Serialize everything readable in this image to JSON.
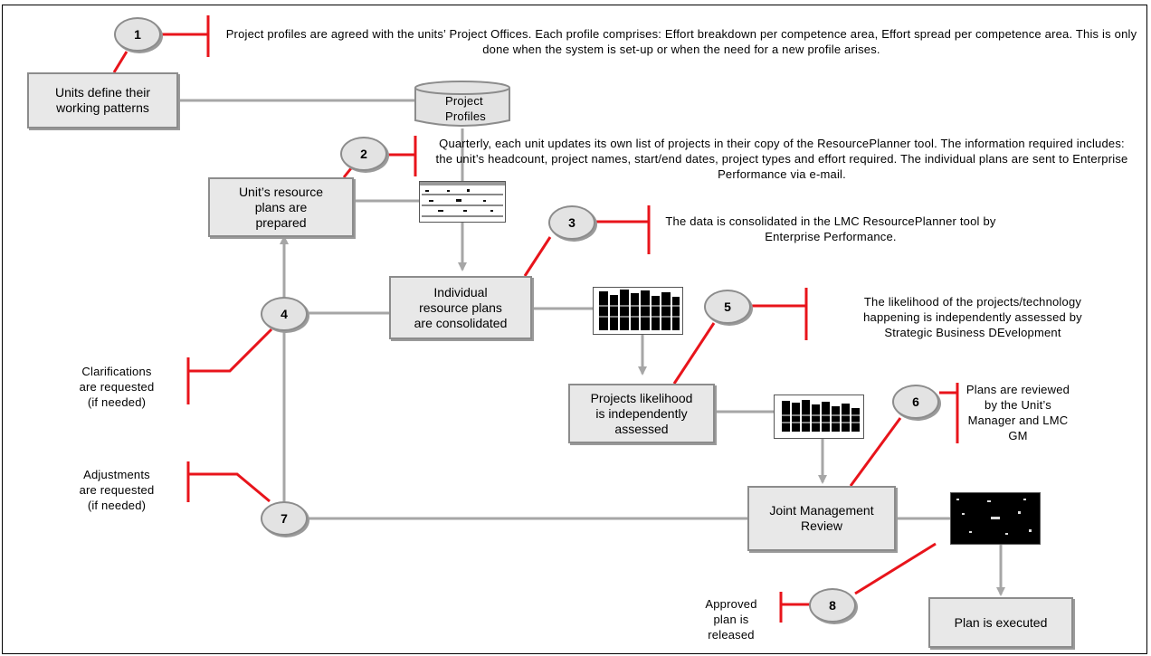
{
  "steps": {
    "define_patterns": "Units define their\nworking patterns",
    "plans_prepared": "Unit’s resource\nplans are\nprepared",
    "consolidated": "Individual\nresource plans\nare consolidated",
    "likelihood": "Projects likelihood\nis independently\nassessed",
    "review": "Joint Management\nReview",
    "executed": "Plan is executed"
  },
  "datastore": "Project\nProfiles",
  "markers": [
    "1",
    "2",
    "3",
    "4",
    "5",
    "6",
    "7",
    "8"
  ],
  "notes": {
    "n1": "Project profiles are agreed with the units’ Project Offices. Each profile comprises: Effort breakdown per competence area, Effort spread per competence area. This is only done when the system is set-up or when the need for a new profile arises.",
    "n2": "Quarterly, each unit updates its own list of projects in their copy of the ResourcePlanner tool. The information required includes: the unit’s headcount, project names, start/end dates, project types and effort required. The individual plans are sent to Enterprise Performance via e-mail.",
    "n3": "The data is consolidated in the LMC ResourcePlanner tool by Enterprise Performance.",
    "n4": "Clarifications\nare requested\n(if needed)",
    "n5": "The likelihood of the projects/technology\nhappening is independently assessed by\nStrategic Business DEvelopment",
    "n6": "Plans are reviewed\nby the Unit’s\nManager and LMC\nGM",
    "n7": "Adjustments\nare requested\n(if needed)",
    "n8": "Approved\nplan is\nreleased"
  },
  "colors": {
    "flow": "#a6a6a6",
    "callout": "#e8141b",
    "box_fill": "#e8e8e8"
  }
}
